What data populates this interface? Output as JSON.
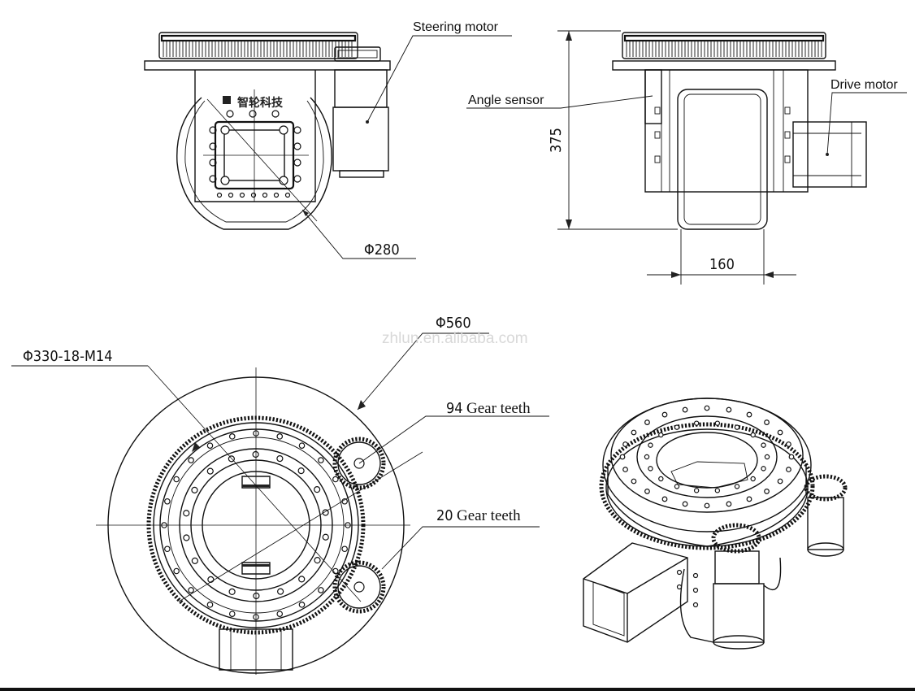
{
  "labels": {
    "steering_motor": "Steering motor",
    "angle_sensor": "Angle sensor",
    "drive_motor": "Drive motor",
    "brand": "智轮科技",
    "watermark": "zhlun.en.alibaba.com"
  },
  "dimensions": {
    "wheel_diameter": "Φ280",
    "height": "375",
    "wheel_width": "160",
    "bearing_diameter": "Φ560",
    "bolt_circle": "Φ330-18-M14"
  },
  "gears": {
    "ring_teeth_num": "94",
    "ring_teeth_text": "Gear teeth",
    "pinion_teeth_num": "20",
    "pinion_teeth_text": "Gear teeth"
  }
}
